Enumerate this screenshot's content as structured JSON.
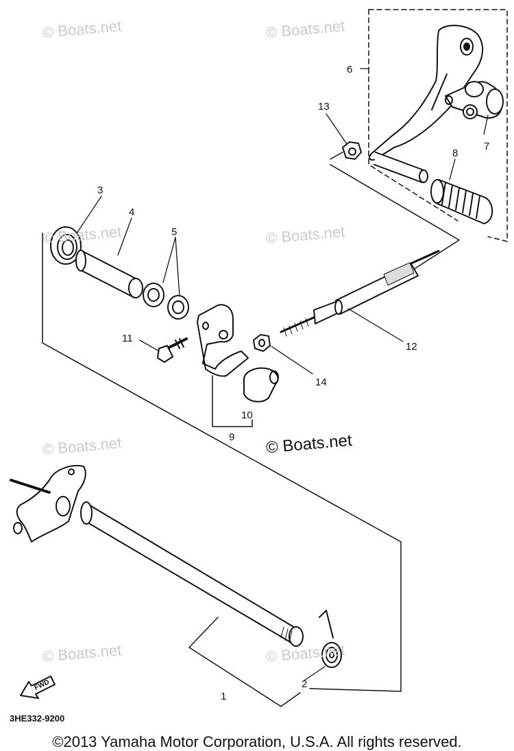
{
  "watermarks": {
    "faint": "© Boats.net",
    "bold": "© Boats.net"
  },
  "callouts": [
    "1",
    "2",
    "3",
    "4",
    "5",
    "6",
    "7",
    "8",
    "9",
    "10",
    "11",
    "12",
    "13",
    "14"
  ],
  "arrow_label": "FWD",
  "diagram_code": "3HE332-9200",
  "copyright": "©2013 Yamaha Motor Corporation, U.S.A. All rights reserved."
}
